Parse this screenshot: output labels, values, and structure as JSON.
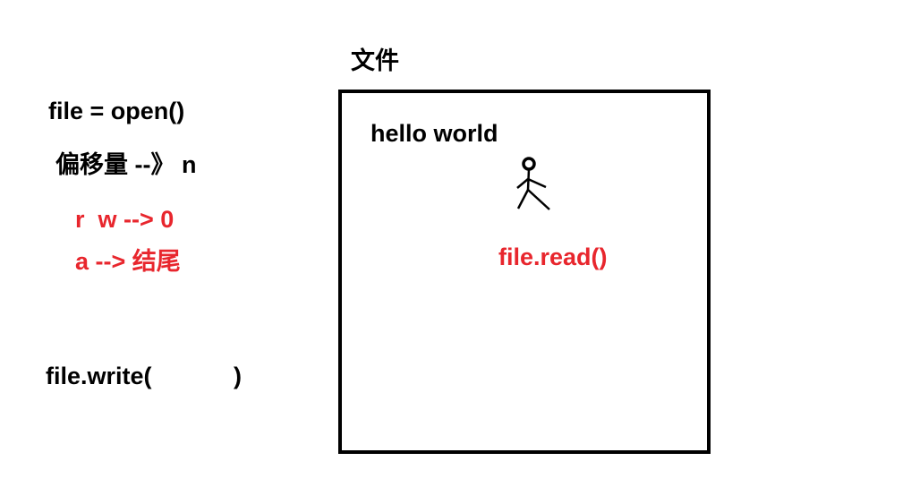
{
  "left_notes": {
    "open_call": "file = open()",
    "offset_label": "偏移量 --》 n",
    "mode_rw": "r  w --> 0",
    "mode_a": "a --> 结尾",
    "write_call_open": "file.write(",
    "write_call_close": ")"
  },
  "file_box": {
    "title": "文件",
    "content": "hello world",
    "read_call": "file.read()"
  },
  "icons": {
    "pointer": "stick-figure-icon"
  },
  "colors": {
    "default_text": "#000000",
    "highlight_text": "#e8262d"
  }
}
